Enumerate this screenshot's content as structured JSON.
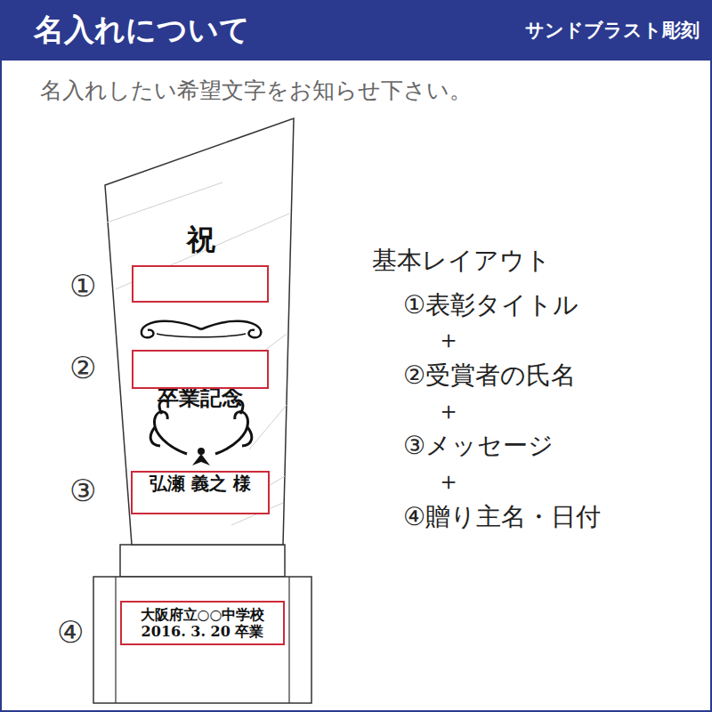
{
  "diagram": {
    "nodes": [
      {
        "text": [
          "名入れについて",
          "サンドブラスト彫刻"
        ]
      },
      {
        "text": [
          "祝"
        ]
      },
      {
        "text": [
          "卒業記念"
        ],
        "in": 1
      },
      {
        "text": [
          "弘瀬 義之 様"
        ],
        "in": 1
      },
      {
        "text": [
          "大阪府立○○中学校",
          "2016. 3. 20 卒業"
        ]
      }
    ],
    "labels": [
      "名入れしたい希望文字をお知らせ下さい。",
      "①",
      "②",
      "③",
      "④",
      "基本レイアウト",
      "①表彰タイトル",
      "＋",
      "②受賞者の氏名",
      "＋",
      "③メッセージ",
      "＋",
      "④贈り主名・日付"
    ]
  }
}
